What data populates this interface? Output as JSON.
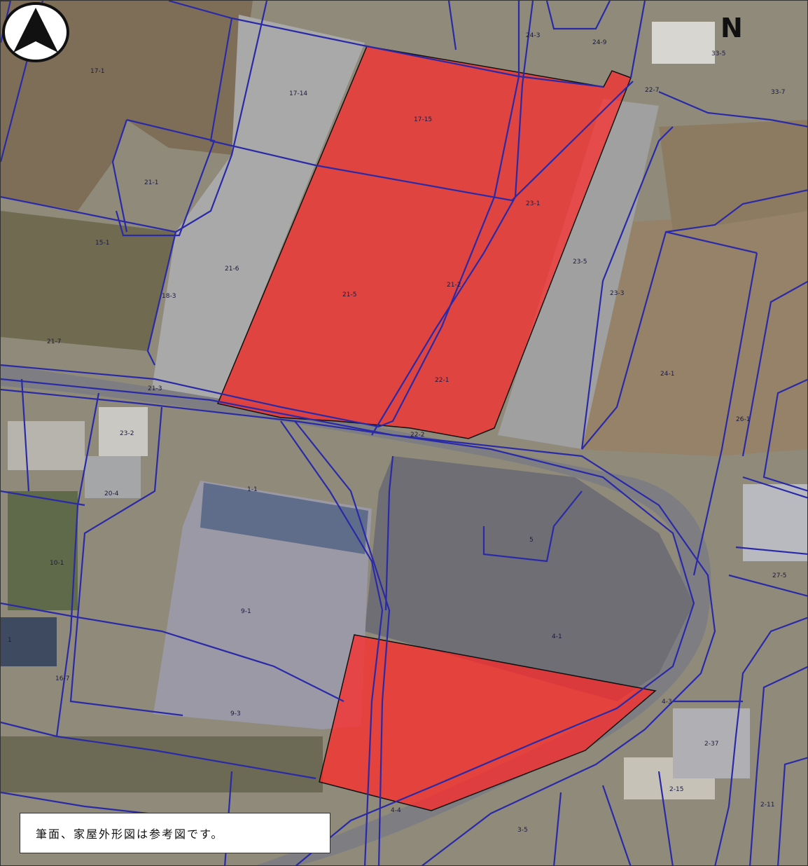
{
  "colors": {
    "parcel_line": "#2a2aa8",
    "highlight": "#ff2a2a",
    "field": "#8a7a62",
    "paved": "#a3a3a3",
    "road": "#7d7d82",
    "building_roof": "#9c9aa6",
    "vegetation": "#5d6648"
  },
  "compass": {
    "north_label": "N",
    "icon": "north-arrow-icon"
  },
  "note": {
    "text": "筆面、家屋外形図は参考図です。"
  },
  "parcel_labels": [
    "17-1",
    "17-14",
    "17-15",
    "24-3",
    "24-9",
    "33-5",
    "33-7",
    "23-1",
    "22-7",
    "21-1",
    "15-1",
    "21-6",
    "18-3",
    "21-5",
    "21-2",
    "22-1",
    "23-3",
    "23-5",
    "21-7",
    "24-1",
    "26-1",
    "21-3",
    "22-2",
    "23-2",
    "20-4",
    "1-1",
    "9-1",
    "9-3",
    "10-1",
    "16-7",
    "4-1",
    "4-3",
    "2-37",
    "2-15",
    "2-11",
    "4-4",
    "3-5",
    "5",
    "27-5",
    "1"
  ]
}
